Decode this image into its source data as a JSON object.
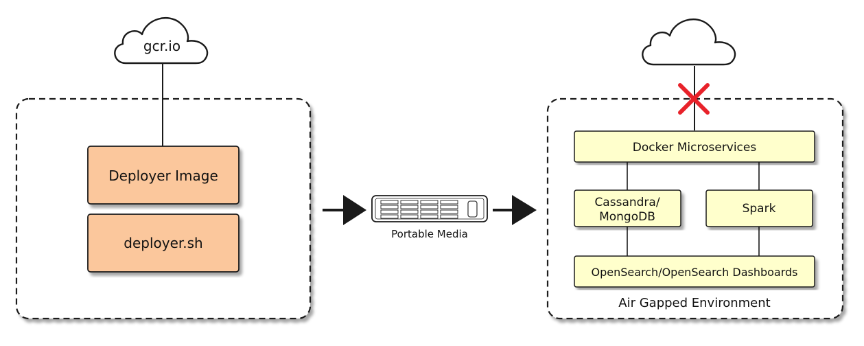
{
  "colors": {
    "stroke": "#1a1a1a",
    "orange_fill": "#fbc79c",
    "yellow_fill": "#ffffcc",
    "cross_red": "#e8222a",
    "background": "#ffffff"
  },
  "source": {
    "cloud_label": "gcr.io",
    "deployer_image_label": "Deployer Image",
    "deployer_script_label": "deployer.sh"
  },
  "transfer": {
    "media_label": "Portable Media"
  },
  "target": {
    "environment_label": "Air Gapped Environment",
    "docker_label": "Docker Microservices",
    "db_label_line1": "Cassandra/",
    "db_label_line2": "MongoDB",
    "spark_label": "Spark",
    "search_label": "OpenSearch/OpenSearch Dashboards"
  },
  "icons": {
    "source_cloud": "cloud-icon",
    "target_cloud": "cloud-icon",
    "media": "server-drive-icon",
    "blocked": "red-x-icon"
  }
}
